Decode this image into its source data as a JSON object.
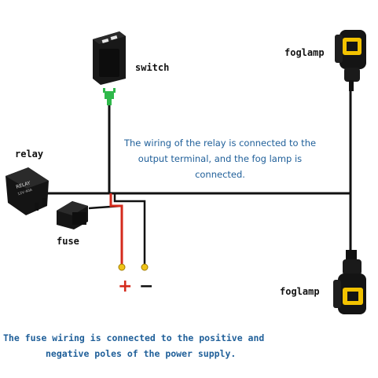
{
  "labels": {
    "switch": "switch",
    "relay": "relay",
    "fuse": "fuse",
    "foglamp_top": "foglamp",
    "foglamp_bottom": "foglamp"
  },
  "notes": {
    "relay_wiring": "The wiring of the relay is connected to the output terminal, and the fog lamp is connected.",
    "fuse_wiring_line1": "The fuse wiring is connected to the positive and",
    "fuse_wiring_line2": "negative poles of the power supply."
  },
  "relay_markings": {
    "line1": "RELAY",
    "line2": "12V 40A"
  },
  "poles": {
    "positive": "+",
    "negative": "−"
  },
  "colors": {
    "wire_black": "#111111",
    "wire_red": "#d42a1c",
    "terminal_yellow": "#f0c419",
    "switch_led_green": "#2fb84a",
    "note_blue": "#1f5f99"
  }
}
